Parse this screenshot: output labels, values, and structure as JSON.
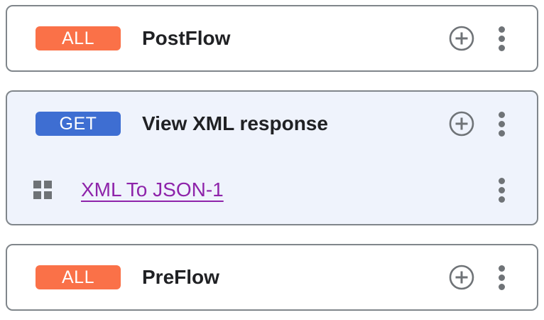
{
  "colors": {
    "badge_all": "#FA7148",
    "badge_get": "#3E6ED2",
    "card_border": "#80868B",
    "highlighted_card_bg": "#EFF3FC",
    "icon_gray": "#6F7377",
    "title_text": "#202124",
    "policy_link": "#8E24AA"
  },
  "icons": {
    "add": "plus-circle-icon",
    "more": "kebab-vertical-dots-icon",
    "policy": "grid-2x2-squares-icon"
  },
  "flows": [
    {
      "verb": "ALL",
      "title": "PostFlow",
      "policies": []
    },
    {
      "verb": "GET",
      "title": "View XML response",
      "highlighted": true,
      "policies": [
        {
          "name": "XML To JSON-1"
        }
      ]
    },
    {
      "verb": "ALL",
      "title": "PreFlow",
      "policies": []
    }
  ]
}
